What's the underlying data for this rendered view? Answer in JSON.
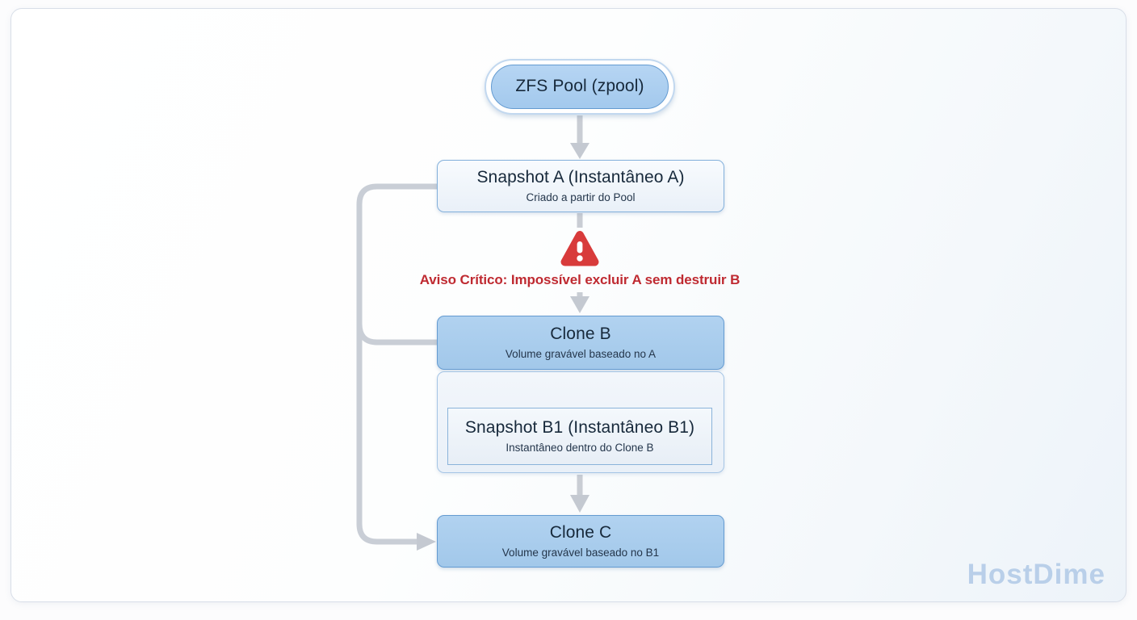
{
  "diagram": {
    "nodes": {
      "pool": {
        "title": "ZFS Pool (zpool)"
      },
      "snapshot_a": {
        "title": "Snapshot A (Instantâneo A)",
        "subtitle": "Criado a partir do Pool"
      },
      "clone_b": {
        "title": "Clone B",
        "subtitle": "Volume gravável baseado no A"
      },
      "snapshot_b1": {
        "title": "Snapshot B1 (Instantâneo B1)",
        "subtitle": "Instantâneo dentro do Clone B"
      },
      "clone_c": {
        "title": "Clone C",
        "subtitle": "Volume gravável baseado no B1"
      }
    },
    "warning": {
      "icon": "warning-triangle-icon",
      "text": "Aviso Crítico: Impossível excluir A sem destruir B"
    },
    "edges": [
      "pool -> snapshot_a",
      "snapshot_a -> clone_b (warning: cannot delete A without destroying B)",
      "clone_b -> snapshot_b1",
      "snapshot_b1 -> clone_c",
      "snapshot_a -> clone_c (branch line)"
    ],
    "watermark": {
      "text": "HostDime"
    },
    "colors": {
      "node_fill_blue": "#a9cdee",
      "node_border_blue": "#649bd1",
      "node_fill_light": "#eef3fa",
      "node_border_light": "#8ab3da",
      "connector_gray": "#c9ced6",
      "warning_red_icon": "#d83b3b",
      "warning_red_text": "#bf2a31",
      "watermark_blue": "#b9cfe9",
      "card_border": "#d8dee8"
    }
  }
}
